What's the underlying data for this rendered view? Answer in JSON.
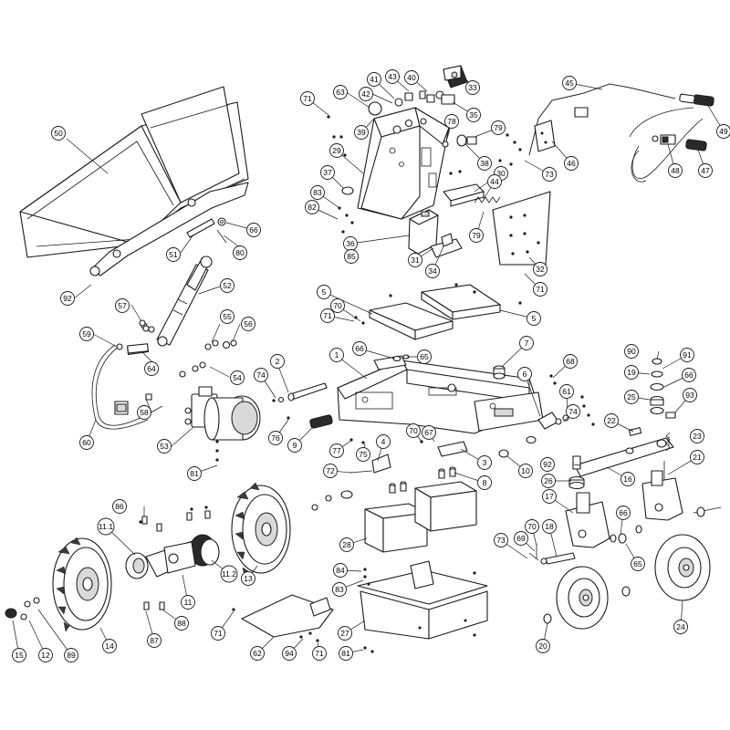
{
  "diagram": {
    "callouts": [
      {
        "label": "1"
      },
      {
        "label": "2"
      },
      {
        "label": "3"
      },
      {
        "label": "4"
      },
      {
        "label": "5"
      },
      {
        "label": "5"
      },
      {
        "label": "6"
      },
      {
        "label": "7"
      },
      {
        "label": "8"
      },
      {
        "label": "9"
      },
      {
        "label": "10"
      },
      {
        "label": "11"
      },
      {
        "label": "11.1"
      },
      {
        "label": "11.2"
      },
      {
        "label": "12"
      },
      {
        "label": "13"
      },
      {
        "label": "14"
      },
      {
        "label": "15"
      },
      {
        "label": "16"
      },
      {
        "label": "17"
      },
      {
        "label": "18"
      },
      {
        "label": "19"
      },
      {
        "label": "20"
      },
      {
        "label": "21"
      },
      {
        "label": "22"
      },
      {
        "label": "23"
      },
      {
        "label": "24"
      },
      {
        "label": "25"
      },
      {
        "label": "26"
      },
      {
        "label": "27"
      },
      {
        "label": "28"
      },
      {
        "label": "29"
      },
      {
        "label": "30"
      },
      {
        "label": "31"
      },
      {
        "label": "32"
      },
      {
        "label": "33"
      },
      {
        "label": "34"
      },
      {
        "label": "35"
      },
      {
        "label": "36"
      },
      {
        "label": "37"
      },
      {
        "label": "38"
      },
      {
        "label": "39"
      },
      {
        "label": "40"
      },
      {
        "label": "41"
      },
      {
        "label": "42"
      },
      {
        "label": "43"
      },
      {
        "label": "44"
      },
      {
        "label": "45"
      },
      {
        "label": "46"
      },
      {
        "label": "47"
      },
      {
        "label": "48"
      },
      {
        "label": "49"
      },
      {
        "label": "50"
      },
      {
        "label": "51"
      },
      {
        "label": "52"
      },
      {
        "label": "53"
      },
      {
        "label": "54"
      },
      {
        "label": "55"
      },
      {
        "label": "56"
      },
      {
        "label": "57"
      },
      {
        "label": "58"
      },
      {
        "label": "59"
      },
      {
        "label": "60"
      },
      {
        "label": "61"
      },
      {
        "label": "62"
      },
      {
        "label": "63"
      },
      {
        "label": "64"
      },
      {
        "label": "65"
      },
      {
        "label": "65"
      },
      {
        "label": "66"
      },
      {
        "label": "66"
      },
      {
        "label": "66"
      },
      {
        "label": "66"
      },
      {
        "label": "67"
      },
      {
        "label": "68"
      },
      {
        "label": "69"
      },
      {
        "label": "70"
      },
      {
        "label": "70"
      },
      {
        "label": "70"
      },
      {
        "label": "71"
      },
      {
        "label": "71"
      },
      {
        "label": "71"
      },
      {
        "label": "71"
      },
      {
        "label": "71"
      },
      {
        "label": "72"
      },
      {
        "label": "73"
      },
      {
        "label": "73"
      },
      {
        "label": "74"
      },
      {
        "label": "74"
      },
      {
        "label": "75"
      },
      {
        "label": "76"
      },
      {
        "label": "77"
      },
      {
        "label": "78"
      },
      {
        "label": "79"
      },
      {
        "label": "79"
      },
      {
        "label": "80"
      },
      {
        "label": "81"
      },
      {
        "label": "81"
      },
      {
        "label": "82"
      },
      {
        "label": "83"
      },
      {
        "label": "83"
      },
      {
        "label": "84"
      },
      {
        "label": "85"
      },
      {
        "label": "86"
      },
      {
        "label": "87"
      },
      {
        "label": "88"
      },
      {
        "label": "89"
      },
      {
        "label": "90"
      },
      {
        "label": "91"
      },
      {
        "label": "92"
      },
      {
        "label": "92"
      },
      {
        "label": "93"
      },
      {
        "label": "94"
      }
    ]
  }
}
